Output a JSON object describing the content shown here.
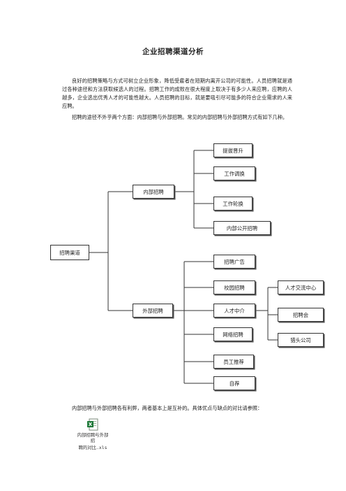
{
  "document": {
    "title": "企业招聘渠道分析",
    "paragraph1": "良好的招聘策略与方式可树立企业形象，降低受雇者在短期内离开公司的可能性。人员招聘就是通过各种途径和方法获取候选人的过程。招聘工作的成败在很大程度上取决于有多少人来应聘，应聘的人越多，企业选出优秀人才的可能性越大。人员招聘的目标，就是要吸引尽可能多的符合企业需求的人来应聘。",
    "paragraph2": "招聘的途径不外乎两个方面：内部招聘与外部招聘。常见的内部招聘与外部招聘方式有如下几种。",
    "paragraph3": "内部招聘与外部招聘各有利弊，两者基本上是互补的。具体优点与缺点的对比请参照：",
    "attachment_caption_line1": "内部招聘与外部招",
    "attachment_caption_line2": "聘的对比.xls"
  },
  "diagram": {
    "root": "招聘渠道",
    "internal": {
      "label": "内部招聘",
      "children": [
        "提拔晋升",
        "工作调换",
        "工作轮换",
        "内部公开招聘"
      ]
    },
    "external": {
      "label": "外部招聘",
      "children": [
        "招聘广告",
        "校园招聘",
        "人才中介",
        "网络招聘",
        "员工推荐",
        "自荐"
      ],
      "agency_children": [
        "人才交流中心",
        "招聘会",
        "猎头公司"
      ]
    }
  }
}
